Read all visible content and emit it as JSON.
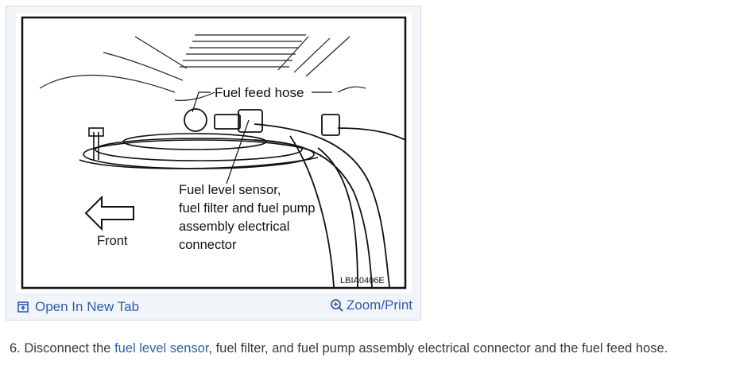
{
  "figure": {
    "labels": {
      "feed_hose": "Fuel feed hose",
      "sensor_line1": "Fuel level sensor,",
      "sensor_line2": "fuel filter and fuel pump",
      "sensor_line3": "assembly electrical",
      "sensor_line4": "connector",
      "front": "Front",
      "code": "LBIA0406E"
    }
  },
  "footer": {
    "open_tab_label": "Open In New Tab",
    "zoom_label": "Zoom/Print"
  },
  "step": {
    "prefix": "6. Disconnect the ",
    "link_text": "fuel level sensor",
    "suffix": ", fuel filter, and fuel pump assembly electrical connector and the fuel feed hose."
  },
  "colors": {
    "link": "#2f5fa8",
    "card_bg": "#f1f4f8"
  },
  "icons": {
    "open_tab": "open-in-new-tab-icon",
    "zoom": "zoom-in-icon"
  }
}
